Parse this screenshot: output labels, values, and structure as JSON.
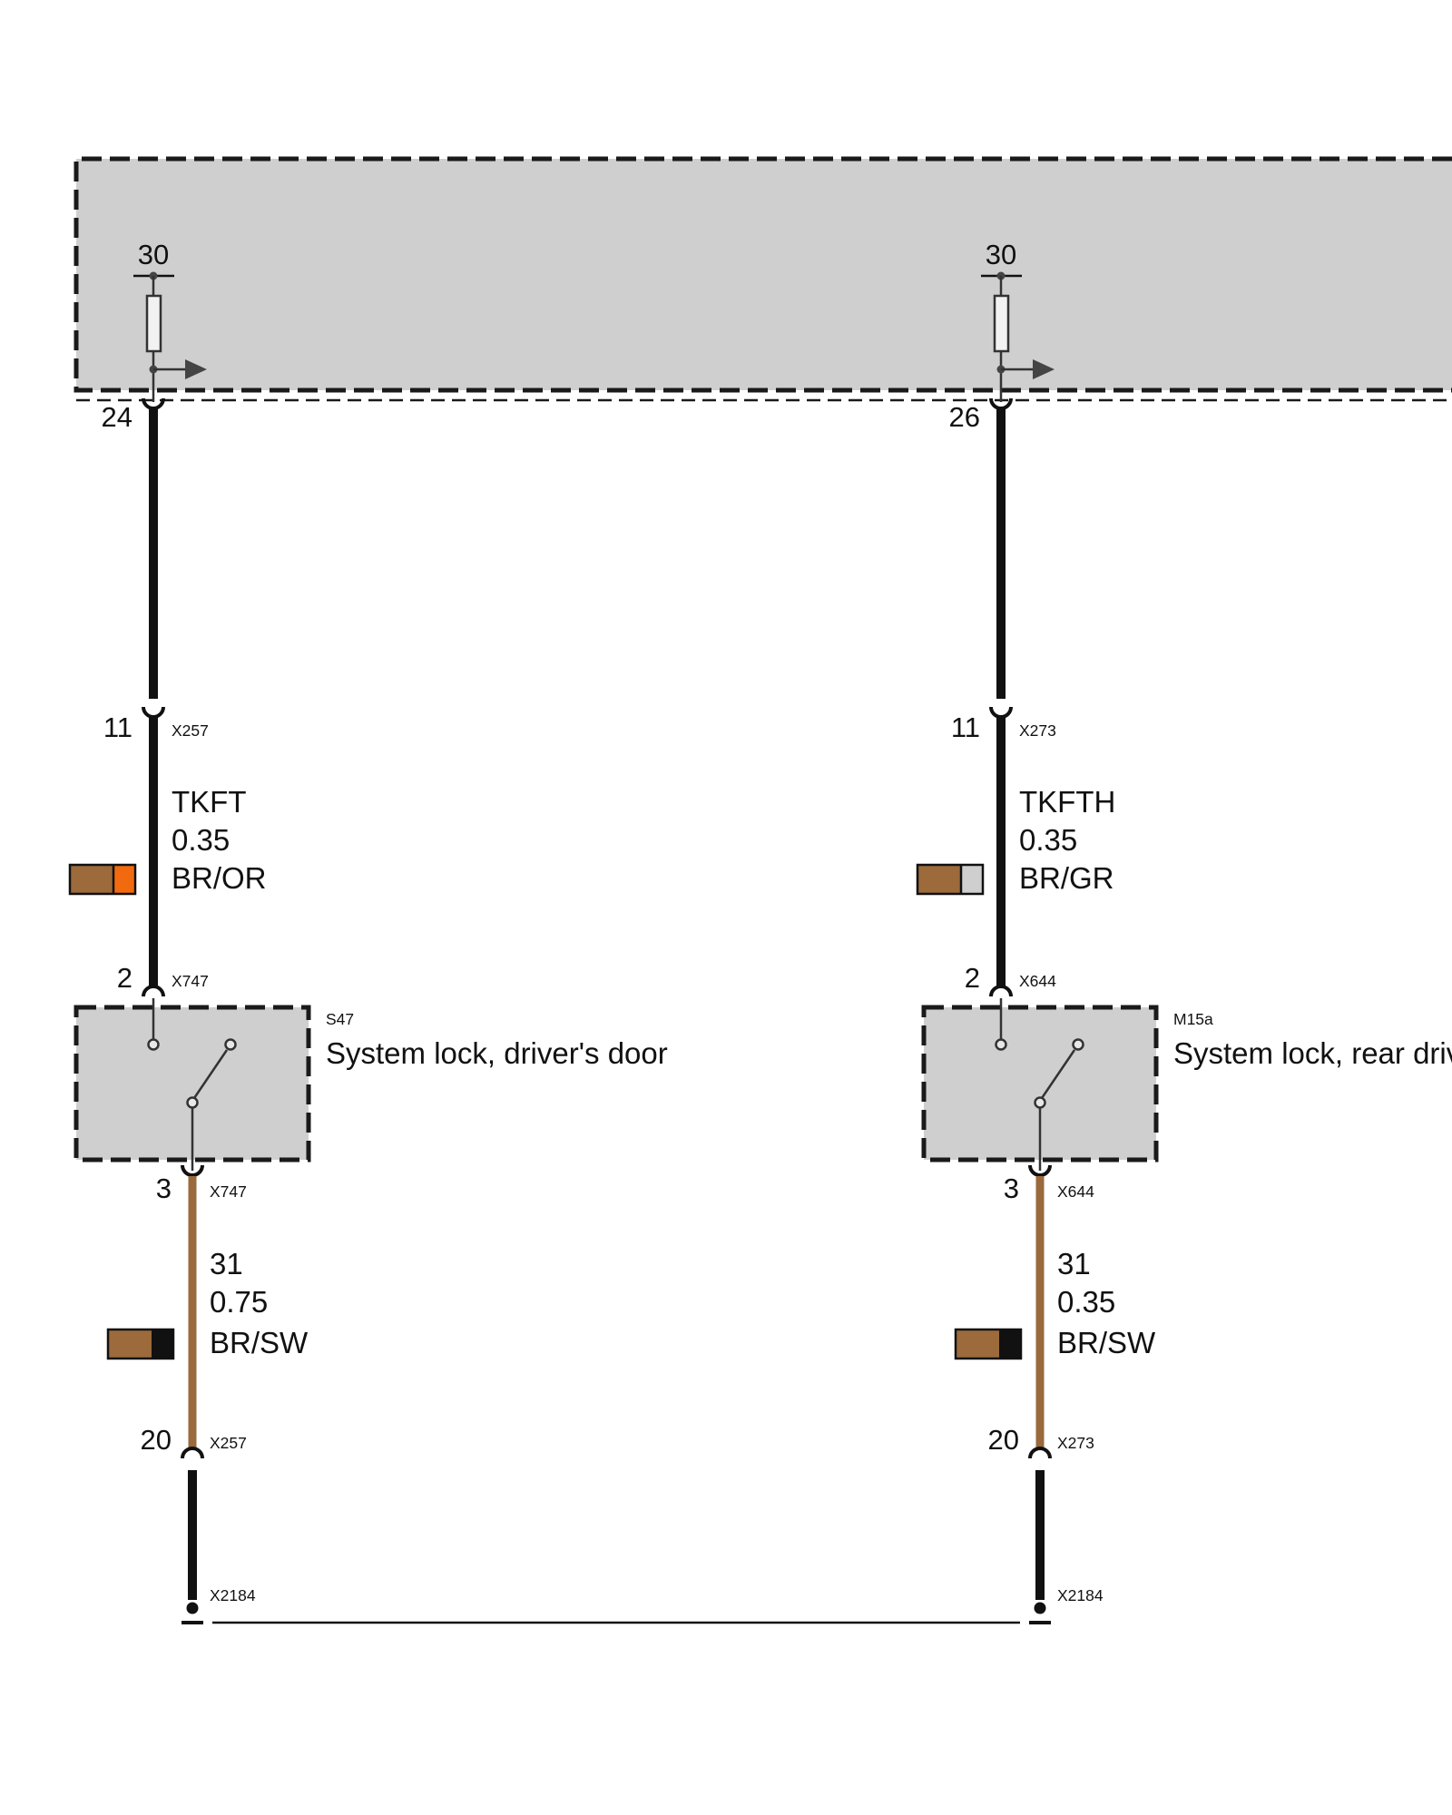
{
  "colors": {
    "module_fill": "#cfcfcf",
    "dash_stroke": "#1a1a1a",
    "wire_black": "#111111",
    "wire_brown": "#9a6a3c",
    "swatch_brown": "#9c6a3b",
    "swatch_orange": "#f26a10",
    "swatch_grey": "#cfcfcf",
    "swatch_black": "#111111"
  },
  "control_unit": {
    "terminal_left": "30",
    "terminal_right": "30",
    "pin_left": "24",
    "pin_right": "26"
  },
  "left_circuit": {
    "upper_pin": "11",
    "upper_connector": "X257",
    "signal_name": "TKFT",
    "signal_size": "0.35",
    "signal_color": "BR/OR",
    "switch_pin_in": "2",
    "switch_connector_in": "X747",
    "switch_code": "S47",
    "switch_name": "System lock, driver's door",
    "switch_pin_out": "3",
    "switch_connector_out": "X747",
    "ground_name": "31",
    "ground_size": "0.75",
    "ground_color": "BR/SW",
    "lower_pin": "20",
    "lower_connector": "X257",
    "ground_connector": "X2184"
  },
  "right_circuit": {
    "upper_pin": "11",
    "upper_connector": "X273",
    "signal_name": "TKFTH",
    "signal_size": "0.35",
    "signal_color": "BR/GR",
    "switch_pin_in": "2",
    "switch_connector_in": "X644",
    "switch_code": "M15a",
    "switch_name": "System lock, rear driver's door",
    "switch_pin_out": "3",
    "switch_connector_out": "X644",
    "ground_name": "31",
    "ground_size": "0.35",
    "ground_color": "BR/SW",
    "lower_pin": "20",
    "lower_connector": "X273",
    "ground_connector": "X2184"
  }
}
